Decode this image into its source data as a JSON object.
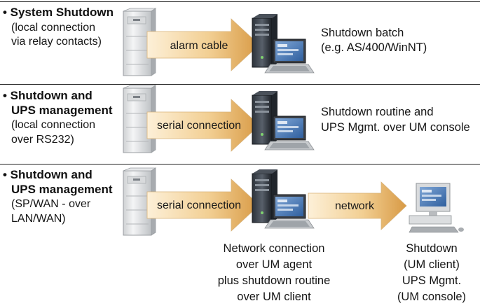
{
  "rows": [
    {
      "title_lines": [
        "• System Shutdown"
      ],
      "subtitle_lines": [
        "(local connection",
        "via relay contacts)"
      ],
      "arrow_label": "alarm cable",
      "desc_lines": [
        "Shutdown batch",
        "(e.g. AS/400/WinNT)"
      ]
    },
    {
      "title_lines": [
        "• Shutdown and",
        "UPS management"
      ],
      "subtitle_lines": [
        "(local connection",
        "over RS232)"
      ],
      "arrow_label": "serial connection",
      "desc_lines": [
        "Shutdown routine and",
        "UPS Mgmt. over UM console"
      ]
    },
    {
      "title_lines": [
        "• Shutdown and",
        "UPS management"
      ],
      "subtitle_lines": [
        "(SP/WAN - over",
        "LAN/WAN)"
      ],
      "arrow_label": "serial connection",
      "arrow2_label": "network",
      "desc_lines": [
        "Network connection",
        "over UM agent",
        "plus shutdown routine",
        "over UM client"
      ],
      "client_desc_lines": [
        "Shutdown",
        "(UM client)",
        "UPS Mgmt.",
        "(UM console)"
      ]
    }
  ],
  "colors": {
    "arrow_light": "#fbe6bf",
    "arrow_dark": "#d9a456",
    "rule": "#222222"
  },
  "icons": [
    "ups-cabinet-icon",
    "server-workstation-icon",
    "desktop-computer-icon"
  ]
}
